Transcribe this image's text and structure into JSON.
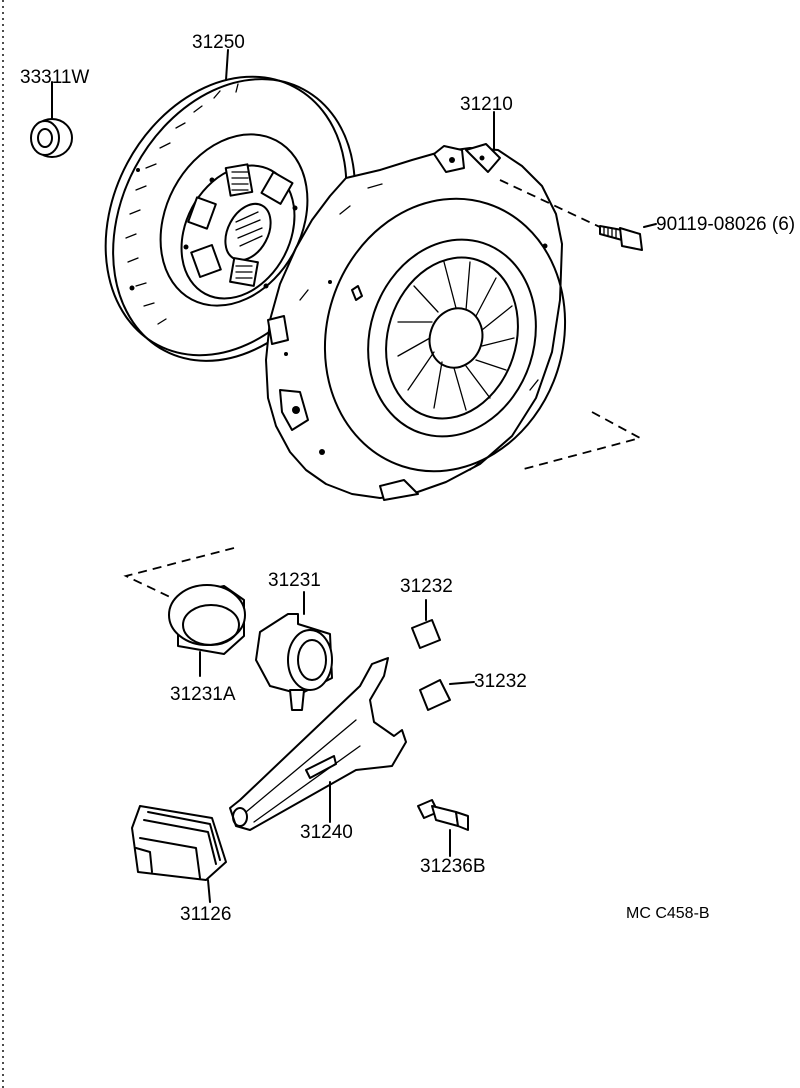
{
  "labels": {
    "bearing_33311w": "33311W",
    "disc_31250": "31250",
    "cover_31210": "31210",
    "bolt_90119": "90119-08026 (6)",
    "bearing_31231": "31231",
    "hub_31231a": "31231A",
    "clip_31232_upper": "31232",
    "clip_31232_lower": "31232",
    "fork_31240": "31240",
    "boot_31126": "31126",
    "pivot_31236b": "31236B"
  },
  "figure_code": "MC  C458-B"
}
